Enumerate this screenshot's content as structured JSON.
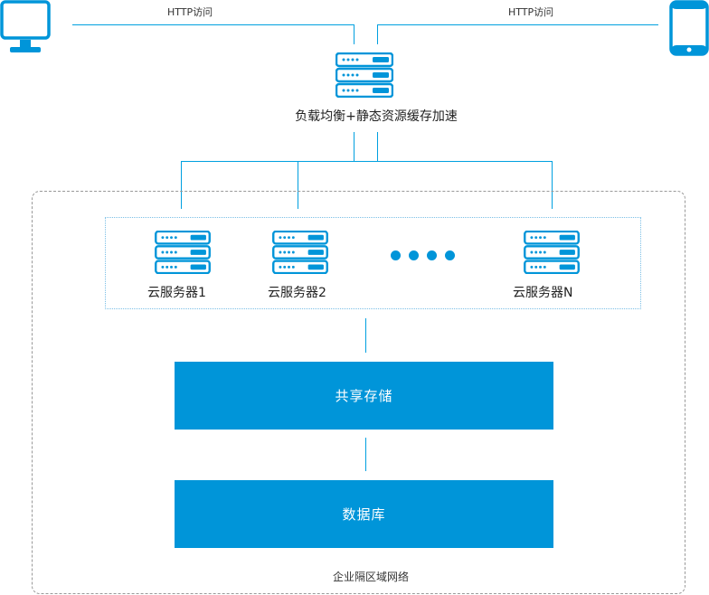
{
  "clients": {
    "left_label": "HTTP访问",
    "right_label": "HTTP访问"
  },
  "load_balancer": {
    "label": "负载均衡+静态资源缓存加速"
  },
  "servers": [
    {
      "label": "云服务器1"
    },
    {
      "label": "云服务器2"
    },
    {
      "label": "云服务器N"
    }
  ],
  "storage": {
    "label": "共享存储"
  },
  "database": {
    "label": "数据库"
  },
  "network": {
    "label": "企业隔区域网络"
  },
  "icons": {
    "desktop": "monitor-icon",
    "mobile": "mobile-phone-icon",
    "server": "server-rack-icon"
  },
  "colors": {
    "accent": "#0095d9",
    "line": "#00a0e0"
  }
}
